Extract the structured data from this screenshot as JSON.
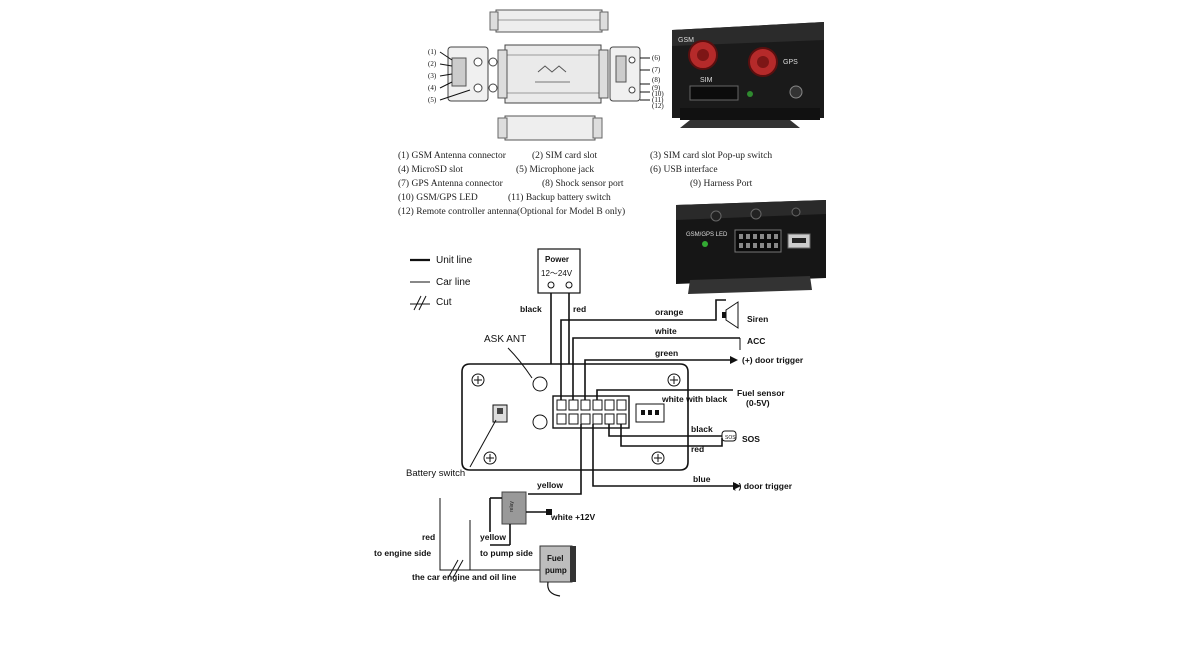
{
  "device_views": {
    "callout_numbers_left": [
      "(1)",
      "(2)",
      "(3)",
      "(4)",
      "(5)"
    ],
    "callout_numbers_right": [
      "(6)",
      "(7)",
      "(8)",
      "(9)",
      "(10)",
      "(11)",
      "(12)"
    ],
    "photo_gsm_label": "GSM",
    "photo_gps_label": "GPS",
    "photo_sim_label": "SIM",
    "photo_led_label": "GSM/GPS LED"
  },
  "legend_items": [
    "(1) GSM Antenna connector",
    "(2) SIM card slot",
    "(3) SIM card slot Pop-up switch",
    "(4) MicroSD slot",
    "(5) Microphone jack",
    "(6) USB interface",
    "(7) GPS Antenna connector",
    "(8) Shock sensor port",
    "(9) Harness Port",
    "(10) GSM/GPS LED",
    "(11) Backup battery switch",
    "(12) Remote controller antenna(Optional for Model B only)"
  ],
  "key": {
    "unit_line": "Unit line",
    "car_line": "Car line",
    "cut": "Cut"
  },
  "power": {
    "title": "Power",
    "range": "12～24V",
    "black": "black",
    "red": "red"
  },
  "labels": {
    "ask_ant": "ASK ANT",
    "battery_switch": "Battery switch",
    "relay": "relay"
  },
  "wires": {
    "orange": "orange",
    "siren": "Siren",
    "white": "white",
    "acc": "ACC",
    "green": "green",
    "pos_door": "(+) door trigger",
    "white_black": "white with black",
    "fuel_sensor": "Fuel sensor",
    "fuel_sensor_range": "(0-5V)",
    "black": "black",
    "sos": "SOS",
    "sos_button": "SOS",
    "red": "red",
    "blue": "blue",
    "neg_door": "(-) door trigger",
    "yellow": "yellow",
    "white_12v": "white +12V",
    "red_engine": "red",
    "to_engine": "to engine side",
    "yellow_pump": "yellow",
    "to_pump": "to pump side",
    "fuel_pump_1": "Fuel",
    "fuel_pump_2": "pump",
    "engine_oil": "the car engine and oil line"
  }
}
